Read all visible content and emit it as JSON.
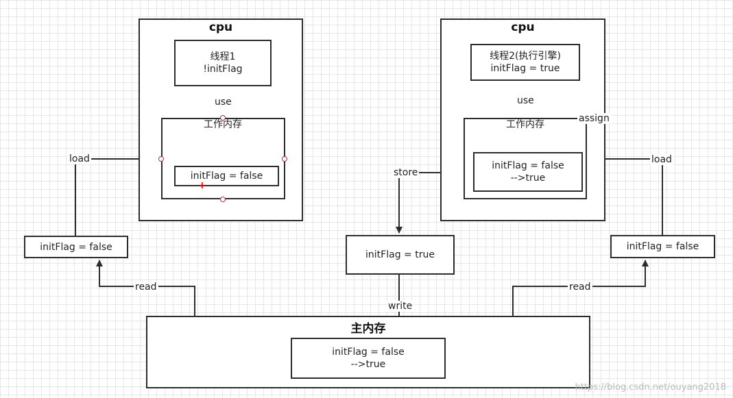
{
  "cpu1": {
    "title": "cpu",
    "thread": {
      "line1": "线程1",
      "line2": "!initFlag"
    },
    "use_label": "use",
    "work_mem": {
      "title": "工作内存",
      "value": "initFlag = false"
    }
  },
  "cpu2": {
    "title": "cpu",
    "thread": {
      "line1": "线程2(执行引擎)",
      "line2": "initFlag = true"
    },
    "use_label": "use",
    "assign_label": "assign",
    "work_mem": {
      "title": "工作内存",
      "value_line1": "initFlag = false",
      "value_line2": "-->true"
    }
  },
  "left_load_label": "load",
  "right_load_label": "load",
  "store_label": "store",
  "write_label": "write",
  "left_read_label": "read",
  "right_read_label": "read",
  "left_copy": "initFlag = false",
  "center_copy": "initFlag = true",
  "right_copy": "initFlag = false",
  "main_memory": {
    "title": "主内存",
    "value_line1": "initFlag = false",
    "value_line2": "-->true"
  },
  "watermark": "https://blog.csdn.net/ouyang2018"
}
